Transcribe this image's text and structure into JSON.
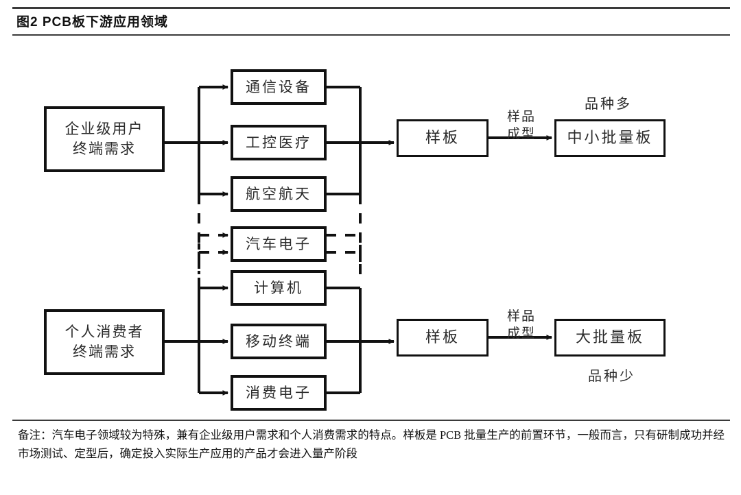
{
  "figure": {
    "title": "图2  PCB板下游应用领域",
    "footnote": "备注：汽车电子领域较为特殊，兼有企业级用户需求和个人消费需求的特点。样板是 PCB 批量生产的前置环节，一般而言，只有研制成功并经市场测试、定型后，确定投入实际生产应用的产品才会进入量产阶段"
  },
  "diagram": {
    "type": "flowchart",
    "sources": [
      {
        "id": "enterprise",
        "line1": "企业级用户",
        "line2": "终端需求"
      },
      {
        "id": "consumer",
        "line1": "个人消费者",
        "line2": "终端需求"
      }
    ],
    "applications": [
      {
        "id": "comm",
        "label": "通信设备",
        "group": "enterprise",
        "link": "solid"
      },
      {
        "id": "industrial",
        "label": "工控医疗",
        "group": "enterprise",
        "link": "solid"
      },
      {
        "id": "aero",
        "label": "航空航天",
        "group": "enterprise",
        "link": "solid"
      },
      {
        "id": "auto",
        "label": "汽车电子",
        "group": "both",
        "link": "dashed"
      },
      {
        "id": "computer",
        "label": "计算机",
        "group": "consumer",
        "link": "solid"
      },
      {
        "id": "mobile",
        "label": "移动终端",
        "group": "consumer",
        "link": "solid"
      },
      {
        "id": "consumer_e",
        "label": "消费电子",
        "group": "consumer",
        "link": "solid"
      }
    ],
    "stages": [
      {
        "id": "sample_top",
        "label": "样板"
      },
      {
        "id": "sample_bottom",
        "label": "样板"
      }
    ],
    "outputs": [
      {
        "id": "small_batch",
        "label": "中小批量板",
        "note": "品种多",
        "note_position": "above"
      },
      {
        "id": "mass_batch",
        "label": "大批量板",
        "note": "品种少",
        "note_position": "below"
      }
    ],
    "transitions": [
      {
        "id": "t_top",
        "line1": "样品",
        "line2": "成型"
      },
      {
        "id": "t_bottom",
        "line1": "样品",
        "line2": "成型"
      }
    ]
  }
}
